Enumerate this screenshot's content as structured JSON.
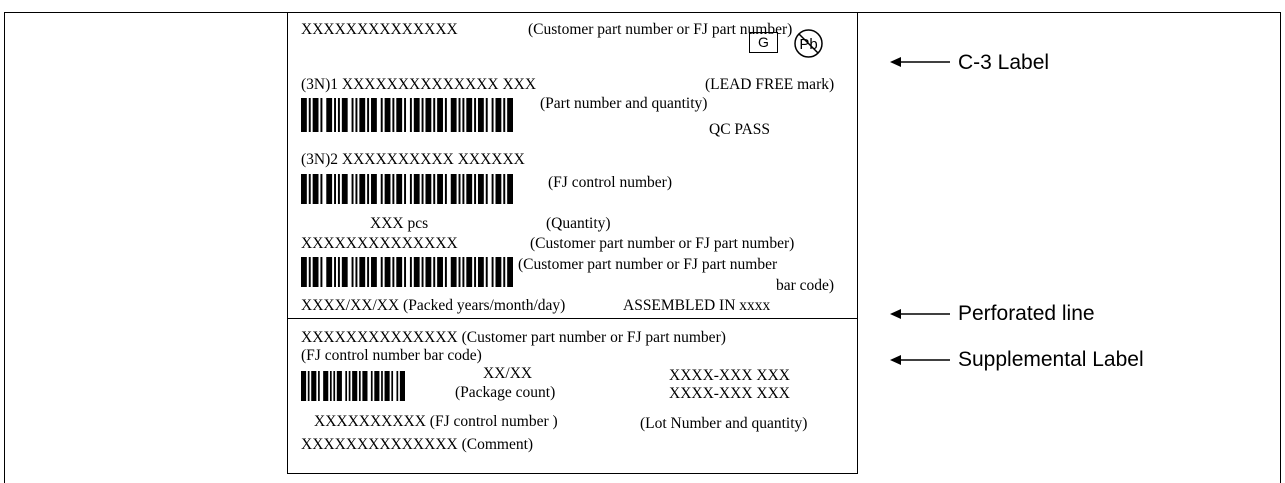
{
  "c3": {
    "line1_code": "XXXXXXXXXXXXXX",
    "line1_note": "(Customer part number or FJ part number)",
    "g_mark": "G",
    "pb_mark": "Pb",
    "line2_code": "(3N)1 XXXXXXXXXXXXXX XXX",
    "lead_free": "(LEAD FREE mark)",
    "part_qty_note": "(Part number and quantity)",
    "qc_pass": "QC  PASS",
    "line3_code": "(3N)2 XXXXXXXXXX  XXXXXX",
    "fj_control_note": "(FJ control number)",
    "qty_value": "XXX  pcs",
    "qty_note": "(Quantity)",
    "line5_code": "XXXXXXXXXXXXXX",
    "line5_note": "(Customer part number or FJ part number)",
    "barcode_note_1": "(Customer part number or FJ part number",
    "barcode_note_2": "bar code)",
    "packed_date": "XXXX/XX/XX (Packed years/month/day)",
    "assembled": "ASSEMBLED IN xxxx"
  },
  "supplemental": {
    "line1": "XXXXXXXXXXXXXX  (Customer part number or FJ part number)",
    "fj_barcode_note": "(FJ control number bar code)",
    "pkg_value": "XX/XX",
    "pkg_note": "(Package count)",
    "lot_row1": "XXXX-XXX   XXX",
    "lot_row2": "XXXX-XXX   XXX",
    "fj_control": "XXXXXXXXXX  (FJ control number )",
    "lot_note": "(Lot Number and quantity)",
    "comment": "XXXXXXXXXXXXXX  (Comment)"
  },
  "callouts": {
    "c3_label": "C-3 Label",
    "perforated": "Perforated line",
    "supplemental": "Supplemental Label"
  }
}
